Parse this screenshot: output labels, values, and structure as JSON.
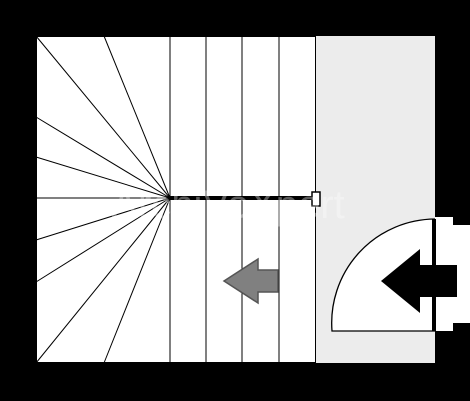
{
  "diagram": {
    "type": "staircase-floor-plan",
    "stair": {
      "winder_treads": 10,
      "straight_treads": 4,
      "direction_arrow": "left-arrow-icon"
    },
    "entry": {
      "door_swing": "quarter-circle",
      "direction_arrow": "left-arrow-icon"
    },
    "watermark": {
      "text": "ArchiVoXpert"
    },
    "colors": {
      "wall": "#000000",
      "stair_area": "#ffffff",
      "landing_area": "#ececec",
      "line": "#000000",
      "stair_arrow": "#808080",
      "entry_arrow": "#000000"
    }
  }
}
